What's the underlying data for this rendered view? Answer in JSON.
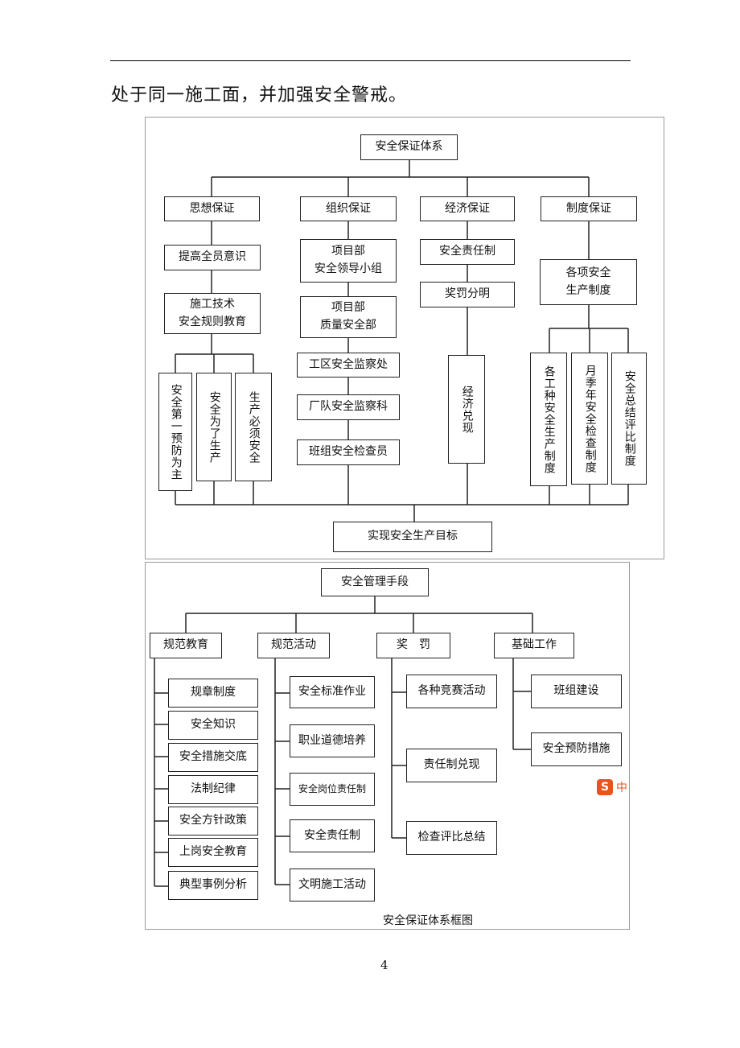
{
  "intro_text": "处于同一施工面，并加强安全警戒。",
  "chart1": {
    "root": "安全保证体系",
    "branches": [
      "思想保证",
      "组织保证",
      "经济保证",
      "制度保证"
    ],
    "sixiang": {
      "items": [
        "提高全员意识",
        "施工技术\n安全规则教育"
      ],
      "verticals": [
        "安全第一预防为主",
        "安全为了生产",
        "生产必须安全"
      ]
    },
    "zuzhi": {
      "items": [
        "项目部\n安全领导小组",
        "项目部\n质量安全部",
        "工区安全监察处",
        "厂队安全监察科",
        "班组安全检查员"
      ]
    },
    "jingji": {
      "items": [
        "安全责任制",
        "奖罚分明"
      ],
      "vertical": "经济兑现"
    },
    "zhidu": {
      "item": "各项安全\n生产制度",
      "verticals": [
        "各工种安全生产制度",
        "月季年安全检查制度",
        "安全总结评比制度"
      ]
    },
    "goal": "实现安全生产目标"
  },
  "chart2": {
    "root": "安全管理手段",
    "branches": [
      "规范教育",
      "规范活动",
      "奖　罚",
      "基础工作"
    ],
    "guifan_jiaoyu": [
      "规章制度",
      "安全知识",
      "安全措施交底",
      "法制纪律",
      "安全方针政策",
      "上岗安全教育",
      "典型事例分析"
    ],
    "guifan_huodong": [
      "安全标准作业",
      "职业道德培养",
      "安全岗位责任制",
      "安全责任制",
      "文明施工活动"
    ],
    "jiangfa": [
      "各种竞赛活动",
      "责任制兑现",
      "检查评比总结"
    ],
    "jichu": [
      "班组建设",
      "安全预防措施"
    ]
  },
  "caption": "安全保证体系框图",
  "page_number": "4",
  "logo": {
    "letter": "S",
    "text": "中",
    "color": "#e8541b"
  }
}
